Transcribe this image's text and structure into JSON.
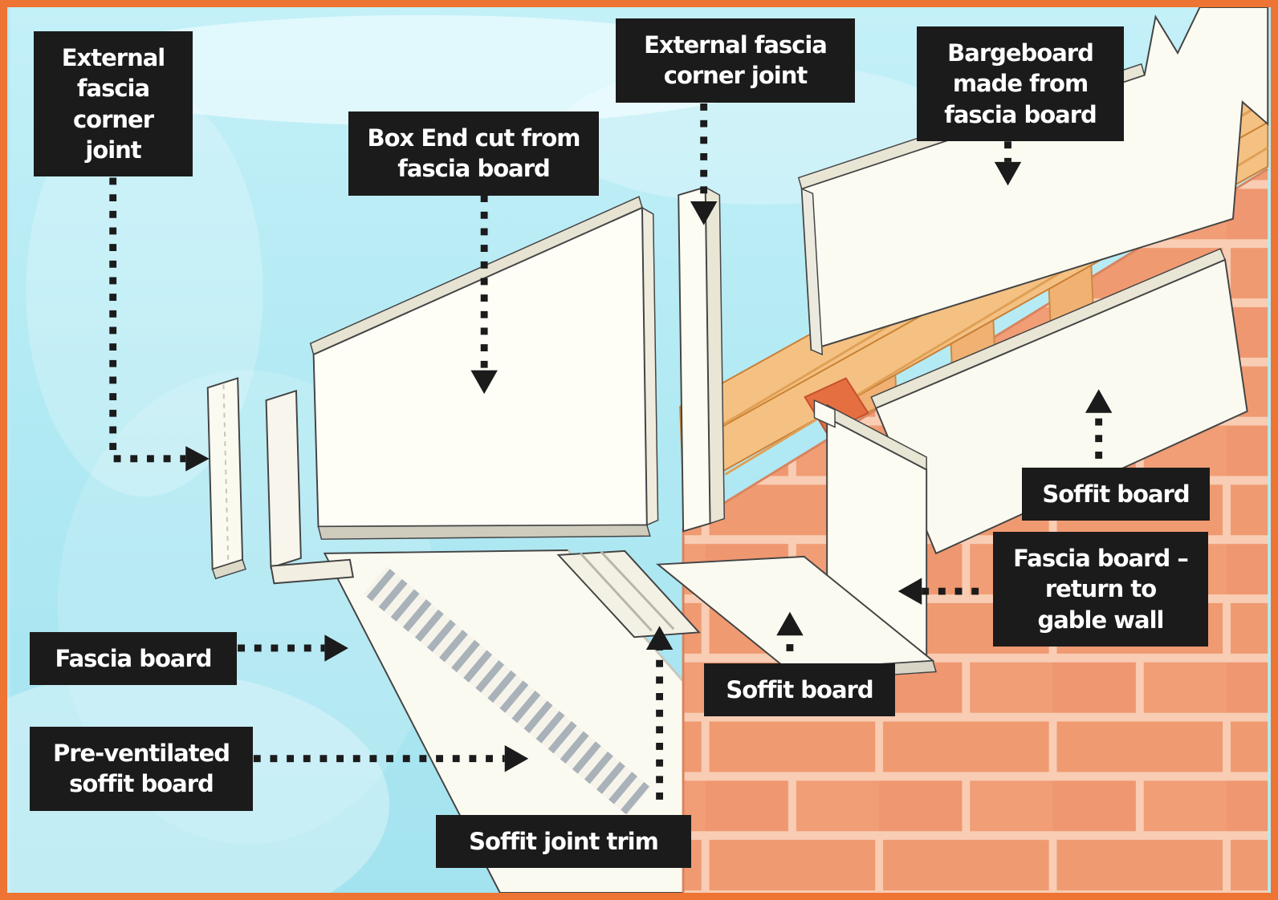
{
  "labels": {
    "external_corner_left": "External\nfascia\ncorner\njoint",
    "box_end": "Box End cut from\nfascia board",
    "external_corner_top": "External fascia\ncorner joint",
    "bargeboard": "Bargeboard\nmade from\nfascia board",
    "soffit_board_right": "Soffit board",
    "fascia_return": "Fascia board –\nreturn to\ngable wall",
    "fascia_board": "Fascia board",
    "soffit_board_center": "Soffit board",
    "pre_ventilated": "Pre-ventilated\nsoffit board",
    "soffit_joint_trim": "Soffit joint trim"
  },
  "colors": {
    "frame_border": "#ee7433",
    "label_background": "#1b1b1b",
    "label_text": "#ffffff",
    "sky": "#b5ebf4",
    "brick": "#f09a72",
    "mortar": "#f8cdb4",
    "timber": "#f4c183",
    "pvc_board": "#fcfbf2",
    "vent_slot": "#a9b2b9",
    "leader_line": "#1b1b1b"
  }
}
